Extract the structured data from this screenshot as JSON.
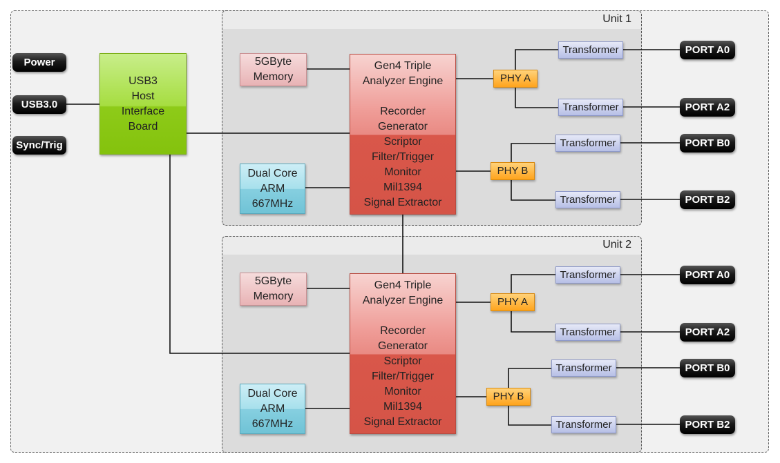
{
  "left_ports": {
    "power": "Power",
    "usb": "USB3.0",
    "sync": "Sync/Trig"
  },
  "usb_board": {
    "lines": [
      "USB3",
      "Host",
      "Interface",
      "Board"
    ]
  },
  "units": [
    {
      "label": "Unit 1",
      "memory": [
        "5GByte",
        "Memory"
      ],
      "arm": [
        "Dual Core",
        "ARM",
        "667MHz"
      ],
      "engine": [
        "Gen4 Triple",
        "Analyzer Engine",
        "",
        "Recorder",
        "Generator",
        "Scriptor",
        "Filter/Trigger",
        "Monitor",
        "Mil1394",
        "Signal Extractor"
      ],
      "phy_a": "PHY A",
      "phy_b": "PHY B",
      "transformer": "Transformer",
      "ports": [
        "PORT A0",
        "PORT A2",
        "PORT B0",
        "PORT B2"
      ]
    },
    {
      "label": "Unit 2",
      "memory": [
        "5GByte",
        "Memory"
      ],
      "arm": [
        "Dual Core",
        "ARM",
        "667MHz"
      ],
      "engine": [
        "Gen4 Triple",
        "Analyzer Engine",
        "",
        "Recorder",
        "Generator",
        "Scriptor",
        "Filter/Trigger",
        "Monitor",
        "Mil1394",
        "Signal Extractor"
      ],
      "phy_a": "PHY A",
      "phy_b": "PHY B",
      "transformer": "Transformer",
      "ports": [
        "PORT A0",
        "PORT A2",
        "PORT B0",
        "PORT B2"
      ]
    }
  ],
  "colors": {
    "usb_board": "#9bd52a",
    "memory": "#efc4c5",
    "arm": "#7fcbdd",
    "engine": "#d9574a",
    "phy": "#ffa41c",
    "transformer": "#c3cae9",
    "port_pill": "#000000"
  }
}
